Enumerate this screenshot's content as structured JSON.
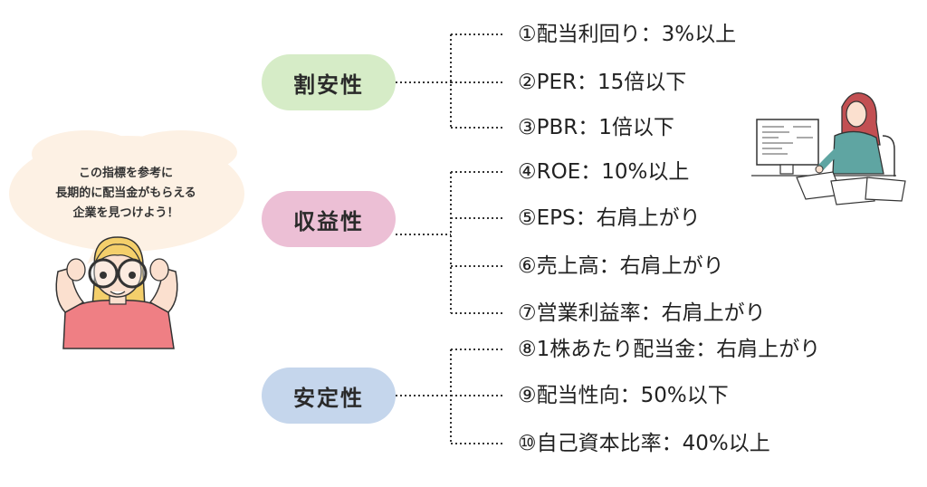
{
  "categories": [
    {
      "label": "割安性"
    },
    {
      "label": "収益性"
    },
    {
      "label": "安定性"
    }
  ],
  "items": [
    {
      "text": "①配当利回り：3%以上"
    },
    {
      "text": "②PER：15倍以下"
    },
    {
      "text": "③PBR：1倍以下"
    },
    {
      "text": "④ROE：10%以上"
    },
    {
      "text": "⑤EPS：右肩上がり"
    },
    {
      "text": "⑥売上高：右肩上がり"
    },
    {
      "text": "⑦営業利益率：右肩上がり"
    },
    {
      "text": "⑧1株あたり配当金：右肩上がり"
    },
    {
      "text": "⑨配当性向：50%以下"
    },
    {
      "text": "⑩自己資本比率：40%以上"
    }
  ],
  "bubble": {
    "lines": [
      "この指標を参考に",
      "長期的に配当金がもらえる",
      "企業を見つけよう！"
    ]
  },
  "colors": {
    "valuation_pill": "#d6ecc7",
    "profitability_pill": "#ecbfd5",
    "stability_pill": "#c5d6ec",
    "speech_bubble": "#fdf1e4"
  }
}
